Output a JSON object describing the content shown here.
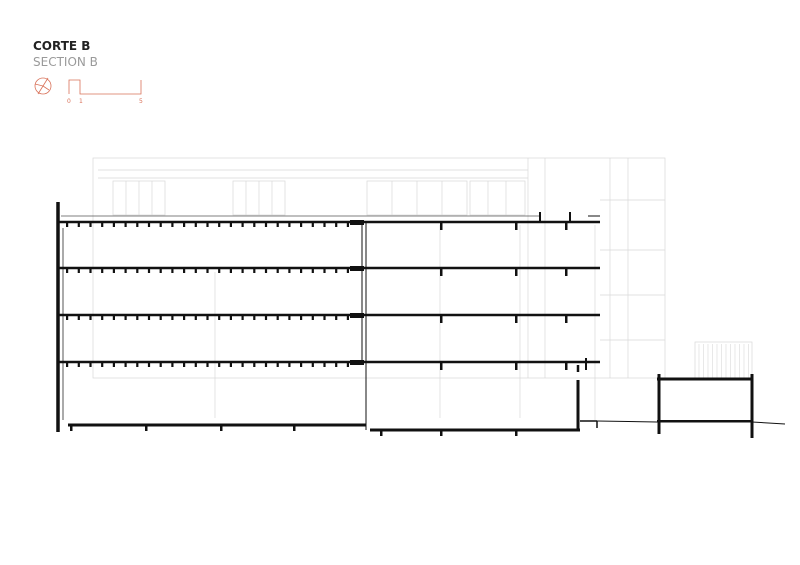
{
  "title_block": {
    "title": "CORTE B",
    "subtitle": "SECTION B",
    "north_icon": "north-arrow-icon",
    "scale_bar": {
      "labels": [
        "0",
        "1",
        "5"
      ]
    },
    "accent_color": "#d9725a"
  }
}
